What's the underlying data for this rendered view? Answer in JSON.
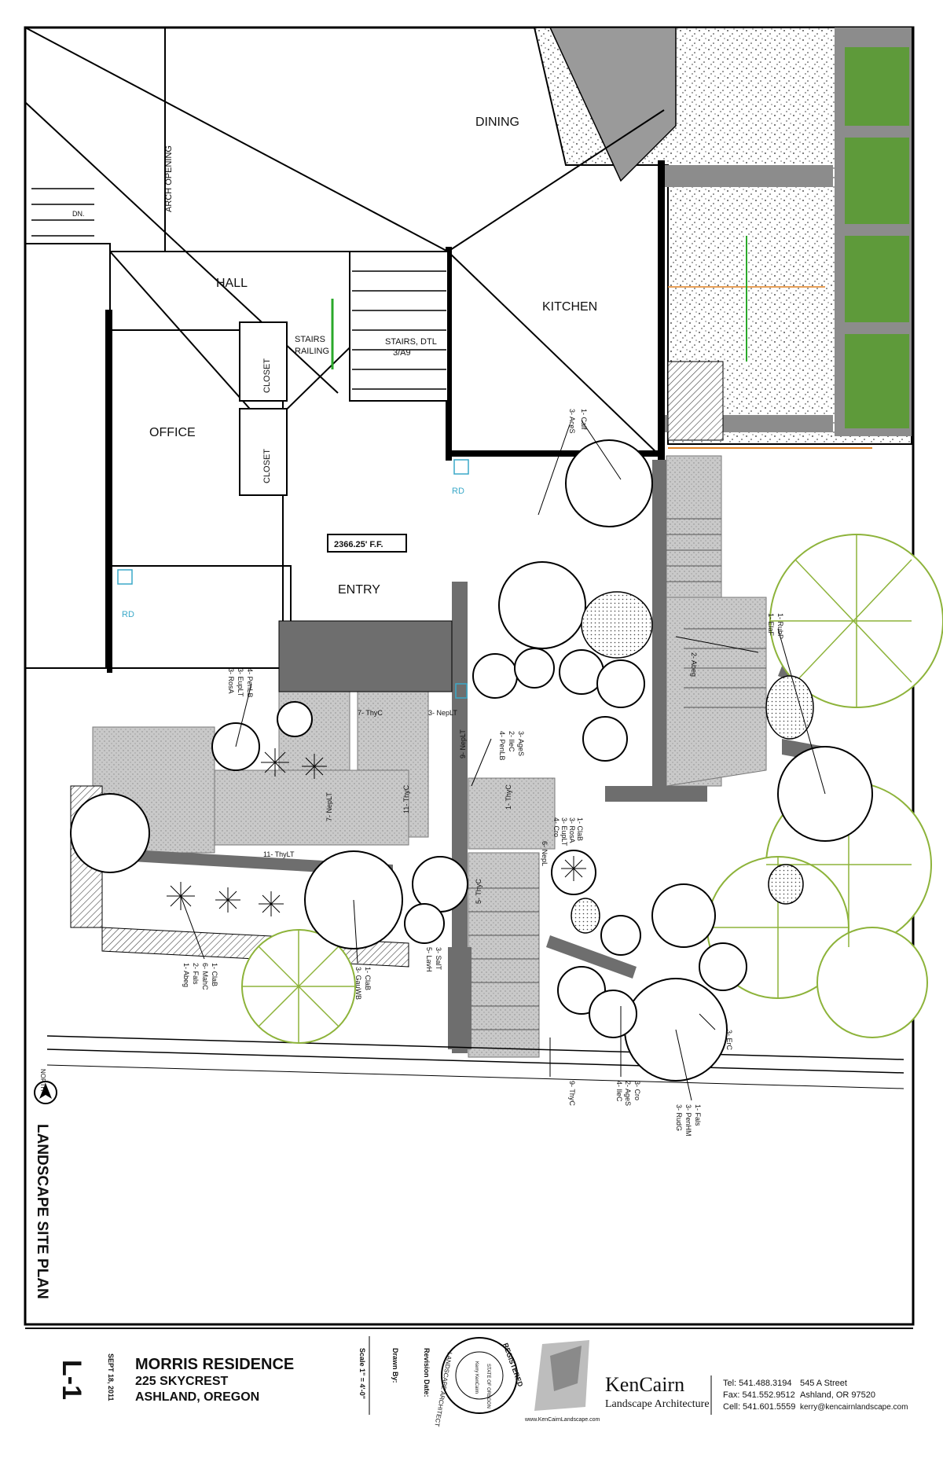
{
  "rooms": {
    "dining": "DINING",
    "kitchen": "KITCHEN",
    "hall": "HALL",
    "office": "OFFICE",
    "entry": "ENTRY",
    "closet": "CLOSET",
    "stairs_railing_1": "STAIRS",
    "stairs_railing_2": "RAILING",
    "stairs_dtl_1": "STAIRS, DTL",
    "stairs_dtl_2": "3/A9",
    "arch_opening": "ARCH OPENING",
    "dn": "DN.",
    "floor_elev": "2366.25' F.F.",
    "rd": "RD"
  },
  "plant_labels": {
    "calf": "1- Calf",
    "aces": "3- AceS",
    "rubp": "1- RubP",
    "elaf": "1- ElaF",
    "abeg_top": "2- Abeg",
    "penlb_top": "4- PenLB",
    "euplt": "3- EupLT",
    "rosa": "3- RosA",
    "thyc_7": "7- ThyC",
    "neplt_3": "3- NepLT",
    "ages_3": "3- AgeS",
    "ilec_2": "2- IleC",
    "penlb_4": "4- PenLB",
    "neplt_9": "9- NepLT",
    "neplt_7": "7- NepLT",
    "thyc_11": "11- ThyC",
    "thylt_11": "11- ThyLT",
    "thyc_1": "1- ThyC",
    "nepl_6": "6- NepL",
    "clab_1": "1- ClaB",
    "rosa_3": "3- RosA",
    "eup_3": "3- EupLT",
    "cro_4": "4- Cro",
    "thyc_5": "5- ThyC",
    "clab_b": "1- ClaB",
    "mahc_6": "6- MahC",
    "fals_2": "2- Fals",
    "abeg_1": "1- Abeg",
    "clab_3": "1- ClaB",
    "gauwb": "3- GauWB",
    "salt": "3- SalT",
    "lavh": "5- LavH",
    "thyc_9": "9- ThyC",
    "ilec_4": "4- IleC",
    "cro_3": "3- Cro",
    "ages_2": "2- AgeS",
    "fals_1": "1- Fals",
    "penhm": "3- PenHM",
    "rudg": "3- RudG",
    "erc": "3- ErC"
  },
  "sheet_title": "LANDSCAPE SITE PLAN",
  "north": "NORTH",
  "title_block": {
    "sheet_no": "L-1",
    "date": "SEPT 18, 2011",
    "project": "MORRIS RESIDENCE",
    "address1": "225 SKYCREST",
    "address2": "ASHLAND, OREGON",
    "scale": "Scale 1\" = 4'-0\"",
    "drawn_by": "Drawn By:",
    "revision": "Revision Date:",
    "stamp_top": "REGISTERED",
    "stamp_side": "LANDSCAPE ARCHITECT",
    "stamp_state": "STATE OF OREGON",
    "stamp_name": "Kerry KenCairn",
    "firm": "KenCairn",
    "firm_sub": "Landscape Architecture",
    "web": "www.KenCairnLandscape.com",
    "tel": "Tel:  541.488.3194",
    "fax": "Fax: 541.552.9512",
    "cell": "Cell: 541.601.5559",
    "street": "545 A Street",
    "city": "Ashland, OR 97520",
    "email": "kerry@kencairnlandscape.com"
  },
  "colors": {
    "lawn": "#5e9a3a",
    "tree": "#8db33a",
    "paving": "#b8b8b8",
    "wall": "#6e6e6e"
  }
}
